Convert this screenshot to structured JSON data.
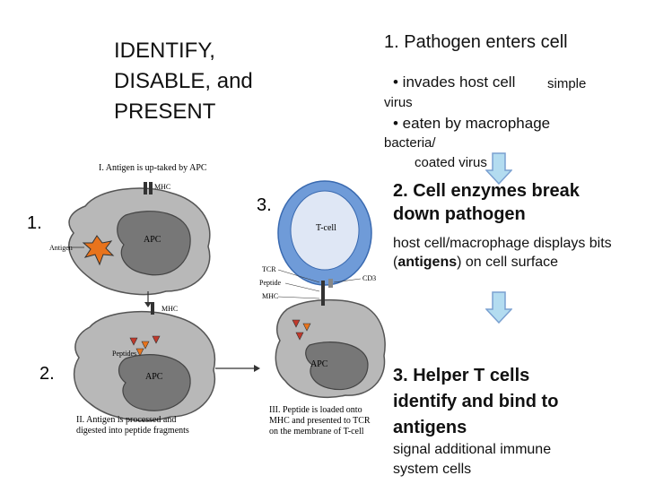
{
  "title": "IDENTIFY,\nDISABLE, and\nPRESENT",
  "steps": {
    "step1_heading": "1. Pathogen enters cell",
    "step1_bullet1": "• invades host cell",
    "step1_bullet1_note_a": "simple",
    "step1_bullet1_note_b": "virus",
    "step1_bullet2": "• eaten by macrophage",
    "step1_bullet2_note_a": "bacteria/",
    "step1_bullet2_note_b": "coated virus",
    "step2_heading": "2. Cell enzymes break\ndown pathogen",
    "step2_body_pre": "host cell/macrophage displays bits (",
    "step2_body_bold": "antigens",
    "step2_body_post": ") on cell surface",
    "step3_heading": "3. Helper T cells\nidentify and bind to\nantigens",
    "step3_body": "signal additional immune\nsystem cells"
  },
  "figure": {
    "num1": "1.",
    "num2": "2.",
    "num3": "3.",
    "caption1": "I. Antigen is up-taked by APC",
    "mhc_label_top": "MHC",
    "apc_label": "APC",
    "antigen_label": "Antigen",
    "mhc_label_mid": "MHC",
    "peptides_label": "Peptides",
    "apc_label_2": "APC",
    "caption2a": "II. Antigen is processed and",
    "caption2b": "digested into peptide fragments",
    "tcell_label": "T-cell",
    "tcr_label": "TCR",
    "peptide_label": "Peptide",
    "mhc_label_right": "MHC",
    "cd3_label": "CD3",
    "apc_label_3": "APC",
    "caption3a": "III. Peptide is loaded onto",
    "caption3b": "MHC and presented to TCR",
    "caption3c": "on the membrane of T-cell"
  },
  "colors": {
    "arrow_fill": "#b3dcf0",
    "arrow_stroke": "#7aa0d0",
    "tcell_fill": "#6f9bd8",
    "tcell_inner": "#dfe7f5",
    "cell_fill": "#b8b8b8",
    "nucleus_fill": "#777777",
    "antigen_fill": "#e8731c"
  }
}
